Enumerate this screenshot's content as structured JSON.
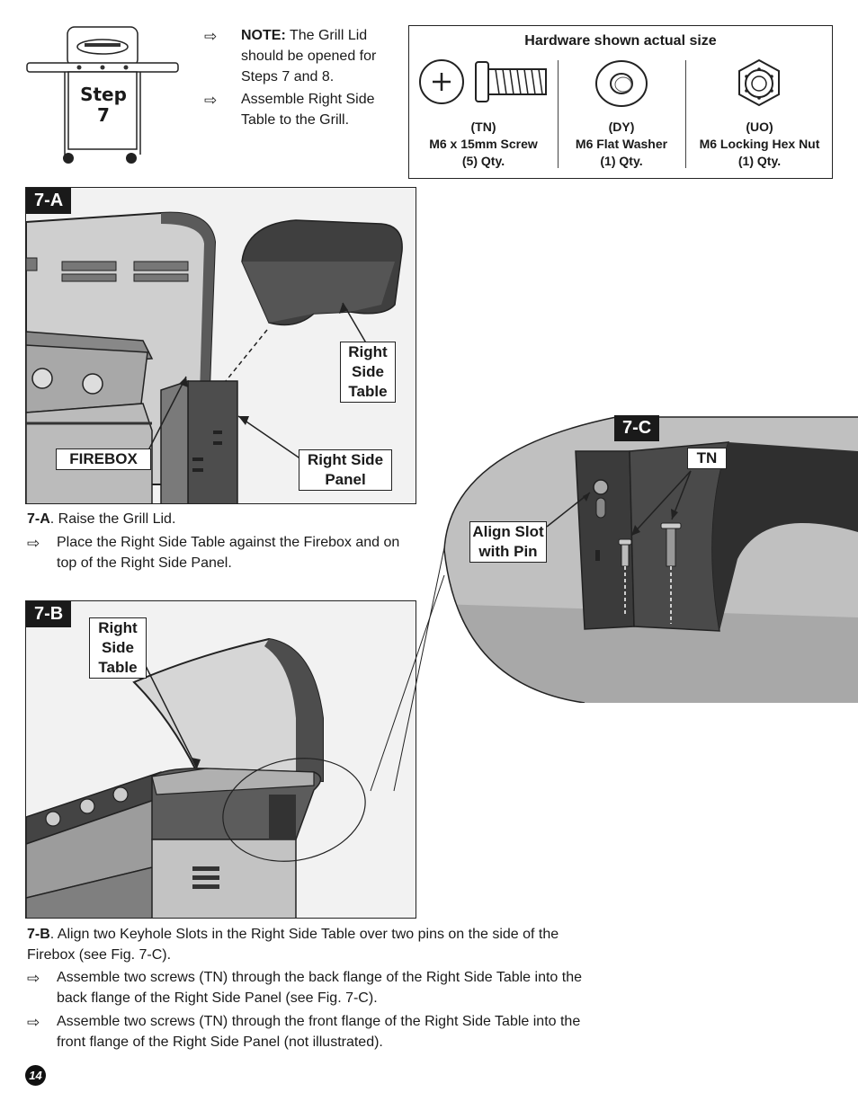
{
  "step": {
    "word": "Step",
    "number": "7"
  },
  "notes": [
    {
      "bold": "NOTE:",
      "text": " The Grill Lid should be opened for Steps 7 and 8."
    },
    {
      "bold": "",
      "text": "Assemble Right Side Table to the Grill."
    }
  ],
  "hardware": {
    "title": "Hardware shown actual size",
    "items": [
      {
        "code": "(TN)",
        "name": "M6 x 15mm Screw",
        "qty": "(5) Qty.",
        "icon": "screw-icon"
      },
      {
        "code": "(DY)",
        "name": "M6 Flat Washer",
        "qty": "(1) Qty.",
        "icon": "washer-icon"
      },
      {
        "code": "(UO)",
        "name": "M6 Locking Hex Nut",
        "qty": "(1) Qty.",
        "icon": "hex-nut-icon"
      }
    ]
  },
  "fig_a": {
    "tag": "7-A",
    "labels": {
      "right_side_table": "Right Side Table",
      "firebox": "FIREBOX",
      "right_side_panel": "Right Side Panel"
    }
  },
  "fig_b": {
    "tag": "7-B",
    "labels": {
      "right_side_table": "Right Side Table"
    }
  },
  "fig_c": {
    "tag": "7-C",
    "labels": {
      "tn": "TN",
      "align": "Align Slot with Pin"
    }
  },
  "instructions_a": {
    "lead_bold": "7-A",
    "lead_text": ". Raise the Grill Lid.",
    "bullets": [
      "Place the Right Side Table against the Firebox and on top of the Right Side Panel."
    ]
  },
  "instructions_b": {
    "lead_bold": "7-B",
    "lead_text": ". Align two Keyhole Slots in the Right Side Table over two pins on the side of the Firebox (see Fig. 7-C).",
    "bullets": [
      "Assemble two screws (TN) through the back flange of the Right Side Table into the back flange of the Right Side Panel (see Fig. 7-C).",
      "Assemble two screws (TN) through the front flange of the Right Side Table into the front flange of the Right Side Panel (not illustrated)."
    ]
  },
  "arrow_glyph": "⇨",
  "page_number": "14"
}
